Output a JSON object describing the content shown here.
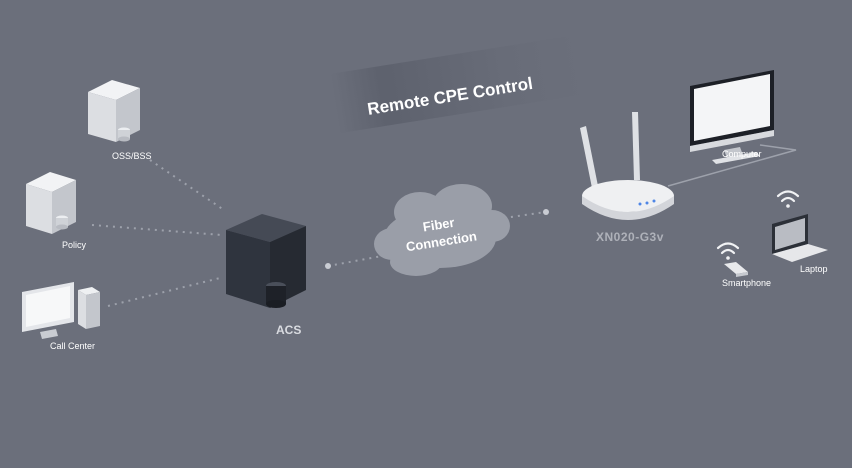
{
  "banner": {
    "text": "Remote CPE Control"
  },
  "cloud": {
    "line1": "Fiber",
    "line2": "Connection"
  },
  "nodes": {
    "oss": "OSS/BSS",
    "policy": "Policy",
    "call_center": "Call Center",
    "acs": "ACS",
    "router": "XN020-G3v",
    "computer": "Computer",
    "smartphone": "Smartphone",
    "laptop": "Laptop"
  },
  "colors": {
    "background": "#6b6f7b",
    "acs_box": "#2f343e",
    "device_white": "#e8e9ec",
    "router_accent": "#4f86e6"
  }
}
